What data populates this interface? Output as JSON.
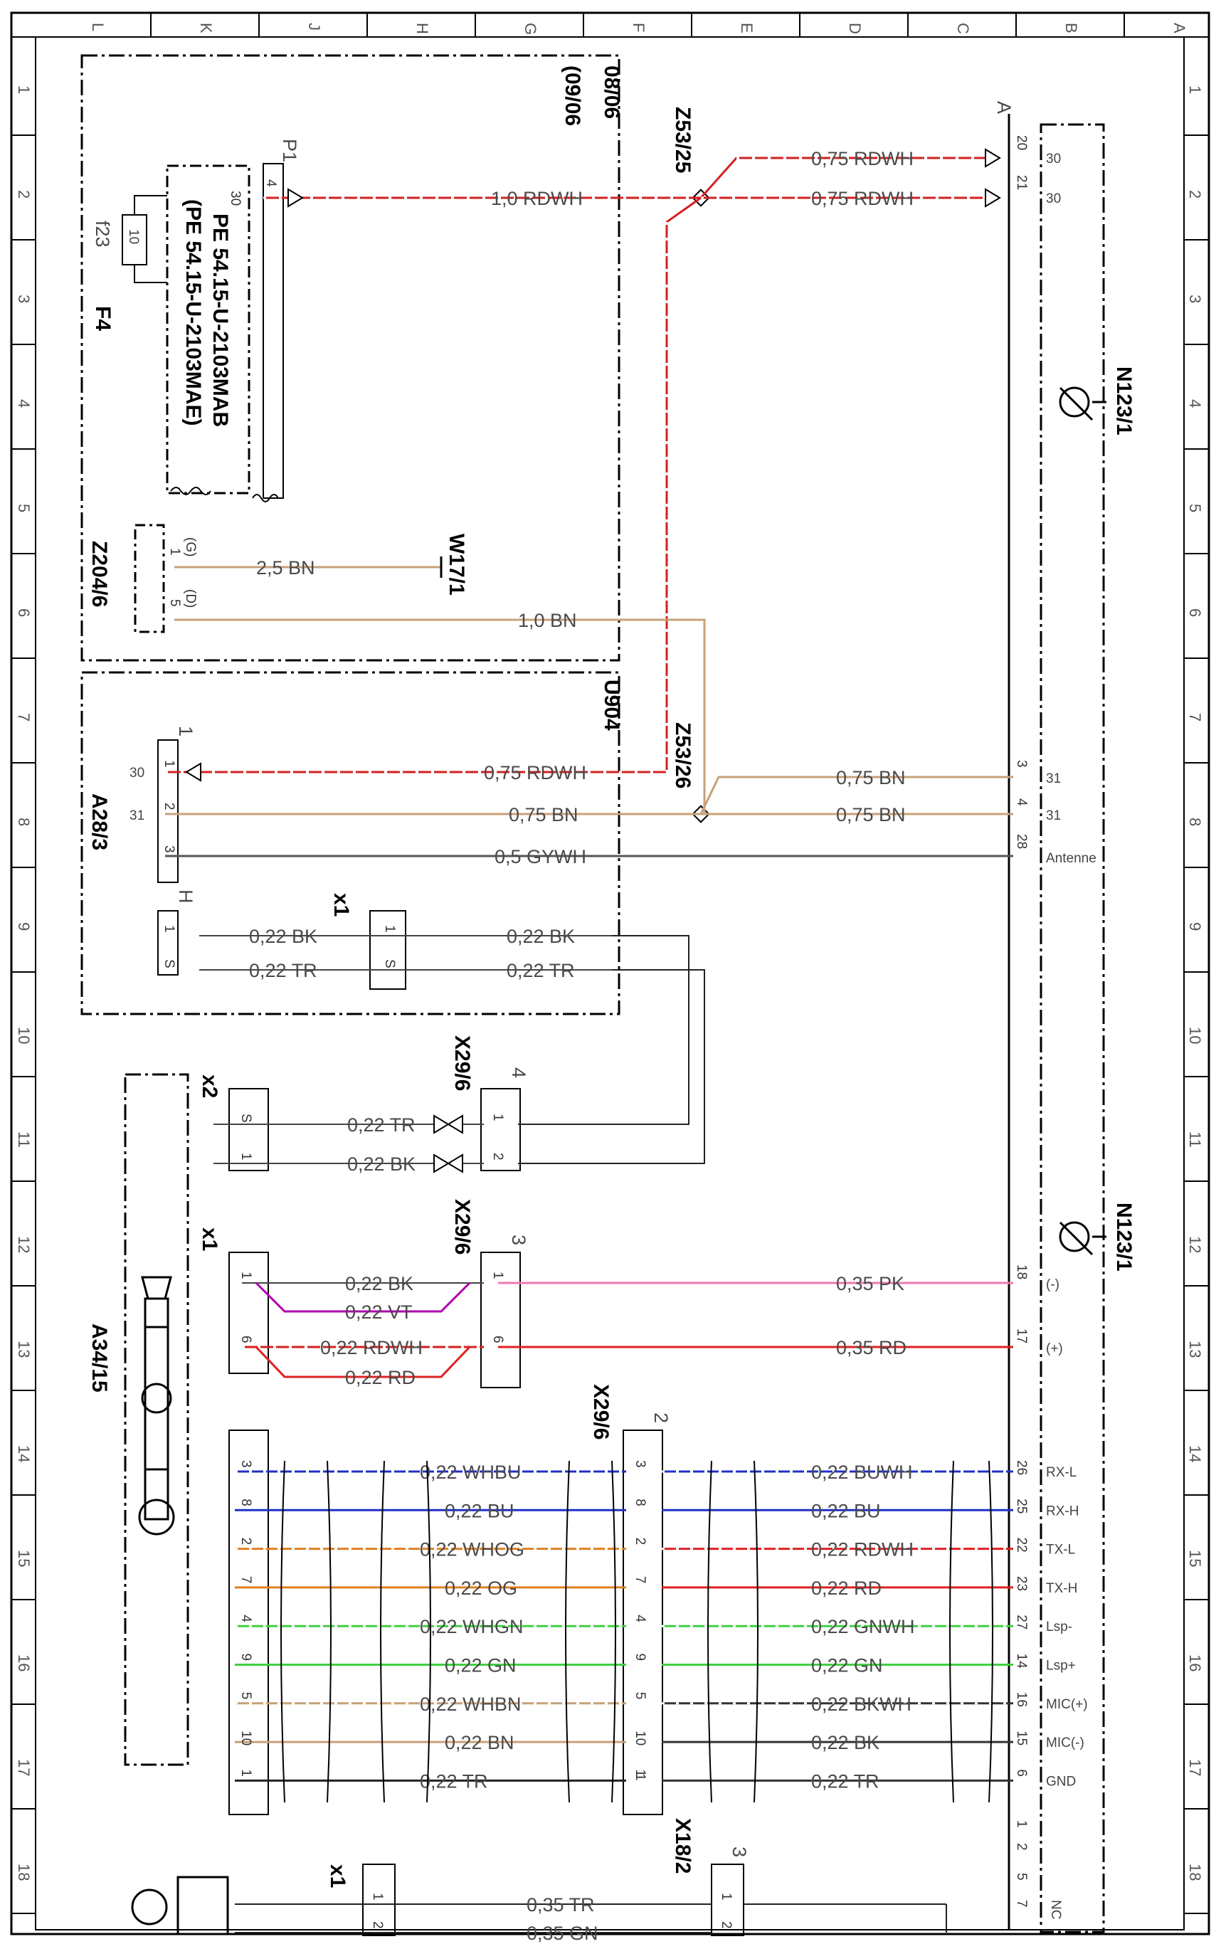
{
  "grid": {
    "top_letters": [
      "L",
      "K",
      "J",
      "H",
      "G",
      "F",
      "E",
      "D",
      "C",
      "B",
      "A"
    ],
    "side_numbers": [
      "1",
      "2",
      "3",
      "4",
      "5",
      "6",
      "7",
      "8",
      "9",
      "10",
      "11",
      "12",
      "13",
      "14",
      "15",
      "16",
      "17",
      "18"
    ]
  },
  "components": {
    "n123_upper": "N123/1",
    "n123_lower": "N123/1",
    "f4": "F4",
    "f23": "f23",
    "fuse_value": "10",
    "relay_a": "PE 54.15-U-2103MAB",
    "relay_b": "(PE 54.15-U-2103MAE)",
    "date_from": "08/06",
    "date_to": "(09/06",
    "z53_25": "Z53/25",
    "z53_26": "Z53/26",
    "z204_6": "Z204/6",
    "w17_1": "W17/1",
    "u904": "U904",
    "a28_3": "A28/3",
    "a34_15": "A34/15",
    "x29_6_a": "X29/6",
    "x29_6_b": "X29/6",
    "x29_6_c": "X29/6",
    "x18_2": "X18/2",
    "p1": "P1",
    "conn_a": "A",
    "conn_h": "H",
    "x1_a": "x1",
    "x1_b": "x1",
    "x1_c": "x1",
    "x2": "x2",
    "num_1": "1",
    "num_2": "2",
    "num_3": "3",
    "num_3b": "3",
    "num_4": "4"
  },
  "wires": [
    {
      "id": "w1",
      "label": "0,75  RDWH",
      "color": "#d42020",
      "stripe": "#ffffff"
    },
    {
      "id": "w2",
      "label": "0,75  RDWH",
      "color": "#d42020",
      "stripe": "#ffffff"
    },
    {
      "id": "w3",
      "label": "1,0  RDWH",
      "color": "#d42020",
      "stripe": "#ffffff"
    },
    {
      "id": "w4",
      "label": "2,5  BN",
      "color": "#c8a078",
      "stripe": ""
    },
    {
      "id": "w5",
      "label": "1,0  BN",
      "color": "#c8a078",
      "stripe": ""
    },
    {
      "id": "w6",
      "label": "0,75  RDWH",
      "color": "#d42020",
      "stripe": "#ffffff"
    },
    {
      "id": "w7",
      "label": "0,75  BN",
      "color": "#c8a078",
      "stripe": ""
    },
    {
      "id": "w8",
      "label": "0,75  BN",
      "color": "#c8a078",
      "stripe": ""
    },
    {
      "id": "w9",
      "label": "0,75  BN",
      "color": "#c8a078",
      "stripe": ""
    },
    {
      "id": "w10",
      "label": "0,5  GYWH",
      "color": "#555555",
      "stripe": ""
    },
    {
      "id": "w11a",
      "label": "0,22  BK",
      "color": "#222222",
      "stripe": ""
    },
    {
      "id": "w11b",
      "label": "0,22  BK",
      "color": "#222222",
      "stripe": ""
    },
    {
      "id": "w12a",
      "label": "0,22  TR",
      "color": "#222222",
      "stripe": ""
    },
    {
      "id": "w12b",
      "label": "0,22  TR",
      "color": "#222222",
      "stripe": ""
    },
    {
      "id": "w13",
      "label": "0,22  TR",
      "color": "#222222",
      "stripe": ""
    },
    {
      "id": "w14",
      "label": "0,22  BK",
      "color": "#222222",
      "stripe": ""
    },
    {
      "id": "w15",
      "label": "0,22  BK",
      "color": "#444444",
      "stripe": ""
    },
    {
      "id": "w16",
      "label": "0,22  VT",
      "color": "#b000b0",
      "stripe": ""
    },
    {
      "id": "w17",
      "label": "0,35  PK",
      "color": "#f078b0",
      "stripe": ""
    },
    {
      "id": "w18",
      "label": "0,22  RDWH",
      "color": "#d42020",
      "stripe": "#ffffff"
    },
    {
      "id": "w19",
      "label": "0,22  RD",
      "color": "#e02020",
      "stripe": ""
    },
    {
      "id": "w20",
      "label": "0,35  RD",
      "color": "#e02020",
      "stripe": ""
    }
  ],
  "bus_wires": [
    {
      "left": "0,22  WHBU",
      "right": "0,22  BUWH",
      "color": "#2030c8",
      "pin_l": "3",
      "pin_r": "26",
      "sig": "RX-L"
    },
    {
      "left": "0,22  BU",
      "right": "0,22  BU",
      "color": "#2030c8",
      "pin_l": "8",
      "pin_r": "25",
      "sig": "RX-H"
    },
    {
      "left": "0,22  WHOG",
      "right": "0,22  RDWH",
      "color": "#e08020",
      "pin_l": "2",
      "pin_r": "22",
      "sig": "TX-L"
    },
    {
      "left": "0,22  OG",
      "right": "0,22  RD",
      "color": "#e08020",
      "pin_l": "7",
      "pin_r": "23",
      "sig": "TX-H"
    },
    {
      "left": "0,22  WHGN",
      "right": "0,22  GNWH",
      "color": "#40d040",
      "pin_l": "4",
      "pin_r": "27",
      "sig": "Lsp-"
    },
    {
      "left": "0,22  GN",
      "right": "0,22  GN",
      "color": "#40d040",
      "pin_l": "9",
      "pin_r": "14",
      "sig": "Lsp+"
    },
    {
      "left": "0,22  WHBN",
      "right": "0,22  BKWH",
      "color": "#c8a078",
      "pin_l": "5",
      "pin_r": "16",
      "sig": "MIC(+)"
    },
    {
      "left": "0,22  BN",
      "right": "0,22  BK",
      "color": "#c8a078",
      "pin_l": "10",
      "pin_r": "15",
      "sig": "MIC(-)"
    },
    {
      "left": "0,22  TR",
      "right": "0,22  TR",
      "color": "#222222",
      "pin_l": "1",
      "pin_r": "6",
      "sig": "GND"
    }
  ],
  "bottom_wires": [
    {
      "label": "0,35  TR"
    },
    {
      "label": "0,35  GN"
    }
  ],
  "pins": {
    "n_20": "20",
    "n_21": "21",
    "n_30a": "30",
    "n_30b": "30",
    "n_3": "3",
    "n_4": "4",
    "n_28": "28",
    "n_31a": "31",
    "n_31b": "31",
    "n_ant": "Antenne",
    "n_18": "18",
    "n_17": "17",
    "n_minus": "(-)",
    "n_plus": "(+)",
    "n_1": "1",
    "n_2": "2",
    "n_5": "5",
    "n_7": "7",
    "n_nc": "NC",
    "p1_4": "4",
    "p1_30": "30",
    "z204_1": "1",
    "z204_g": "(G)",
    "z204_5": "5",
    "z204_d": "(D)",
    "a28_1": "1",
    "a28_2": "2",
    "a28_3": "3",
    "a28_30": "30",
    "a28_31": "31",
    "h_1": "1",
    "h_s": "S",
    "x1_1": "1",
    "x1_s": "S",
    "x2_s": "S",
    "x2_1": "1",
    "x296a_1": "1",
    "x296a_2": "2",
    "x296b_1": "1",
    "x296b_6": "6",
    "a34_1": "1",
    "a34_6": "6",
    "x296c_1": "1",
    "x182_1": "1",
    "x182_2": "2",
    "x1c_1": "1",
    "x1c_2": "2"
  }
}
